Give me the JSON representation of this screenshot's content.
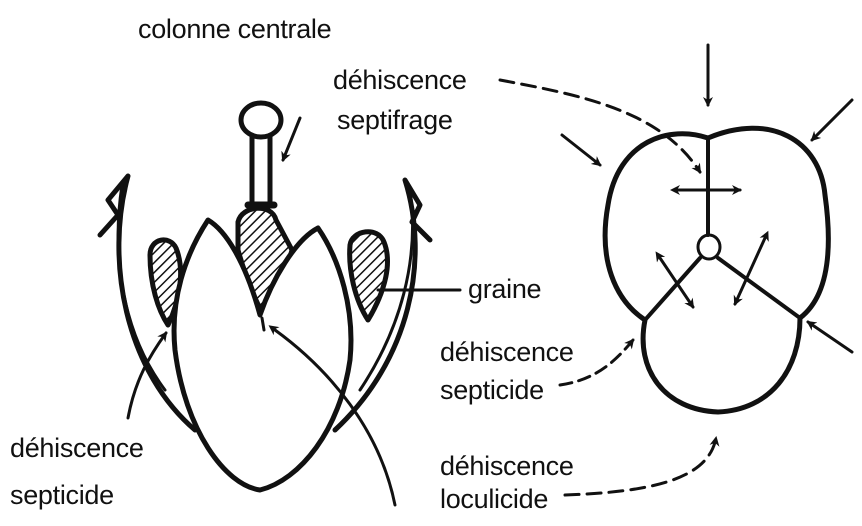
{
  "labels": {
    "colonne_centrale": "colonne centrale",
    "dehiscence_septifrage_1": "déhiscence",
    "dehiscence_septifrage_2": "septifrage",
    "graine": "graine",
    "dehiscence_septicide_right_1": "déhiscence",
    "dehiscence_septicide_right_2": "septicide",
    "dehiscence_septicide_left_1": "déhiscence",
    "dehiscence_septicide_left_2": "septicide",
    "dehiscence_loculicide_1": "déhiscence",
    "dehiscence_loculicide_2": "loculicide"
  },
  "colors": {
    "ink": "#111111",
    "background": "#ffffff"
  }
}
